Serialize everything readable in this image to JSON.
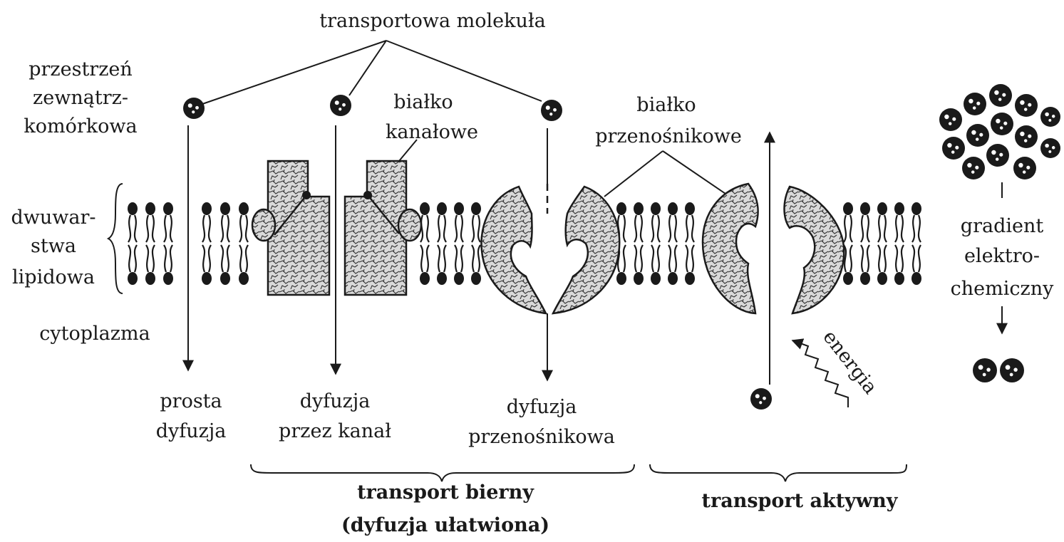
{
  "labels": {
    "transport_molecule": "transportowa molekuła",
    "extracellular_1": "przestrzeń",
    "extracellular_2": "zewnątrz-",
    "extracellular_3": "komórkowa",
    "bilayer_1": "dwuwar-",
    "bilayer_2": "stwa",
    "bilayer_3": "lipidowa",
    "cytoplasm": "cytoplazma",
    "channel_protein_1": "białko",
    "channel_protein_2": "kanałowe",
    "carrier_protein_1": "białko",
    "carrier_protein_2": "przenośnikowe",
    "gradient_1": "gradient",
    "gradient_2": "elektro-",
    "gradient_3": "chemiczny",
    "energy": "energia",
    "simple_diffusion_1": "prosta",
    "simple_diffusion_2": "dyfuzja",
    "channel_diffusion_1": "dyfuzja",
    "channel_diffusion_2": "przez kanał",
    "carrier_diffusion_1": "dyfuzja",
    "carrier_diffusion_2": "przenośnikowa",
    "passive_transport_1": "transport bierny",
    "passive_transport_2": "(dyfuzja ułatwiona)",
    "active_transport": "transport aktywny"
  },
  "colors": {
    "ink": "#1a1a1a",
    "paper": "#ffffff",
    "protein_fill": "#d9d9d9"
  }
}
